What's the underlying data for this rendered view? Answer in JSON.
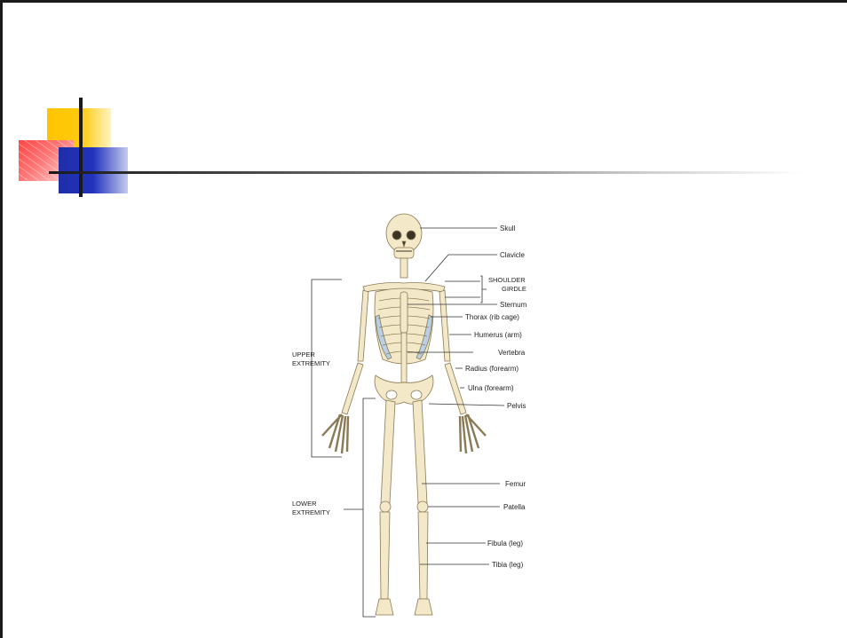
{
  "diagram": {
    "labels": {
      "skull": "Skull",
      "clavicle": "Clavicle",
      "shoulder_line1": "SHOULDER",
      "shoulder_line2": "GIRDLE",
      "sternum": "Sternum",
      "thorax": "Thorax (rib cage)",
      "humerus": "Humerus (arm)",
      "vertebra": "Vertebra",
      "radius": "Radius (forearm)",
      "ulna": "Ulna (forearm)",
      "pelvis": "Pelvis",
      "femur": "Femur",
      "patella": "Patella",
      "fibula": "Fibula (leg)",
      "tibia": "Tibia (leg)"
    },
    "brackets": {
      "upper_line1": "UPPER",
      "upper_line2": "EXTREMITY",
      "lower_line1": "LOWER",
      "lower_line2": "EXTREMITY"
    },
    "colors": {
      "bone": "#f3e8c8",
      "bone_stroke": "#8a7a55",
      "rib_shadow": "#b9cfe6",
      "leader": "#333333"
    }
  }
}
